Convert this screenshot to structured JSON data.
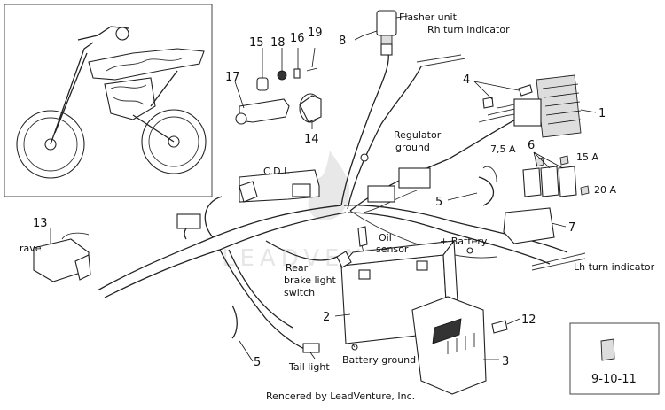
{
  "diagram": {
    "callouts": [
      {
        "id": "c1",
        "text": "1"
      },
      {
        "id": "c2",
        "text": "2"
      },
      {
        "id": "c3",
        "text": "3"
      },
      {
        "id": "c4",
        "text": "4"
      },
      {
        "id": "c5a",
        "text": "5"
      },
      {
        "id": "c5b",
        "text": "5"
      },
      {
        "id": "c6",
        "text": "6"
      },
      {
        "id": "c7",
        "text": "7"
      },
      {
        "id": "c8",
        "text": "8"
      },
      {
        "id": "c12",
        "text": "12"
      },
      {
        "id": "c13",
        "text": "13"
      },
      {
        "id": "c14",
        "text": "14"
      },
      {
        "id": "c15",
        "text": "15"
      },
      {
        "id": "c16",
        "text": "16"
      },
      {
        "id": "c17",
        "text": "17"
      },
      {
        "id": "c18",
        "text": "18"
      },
      {
        "id": "c19",
        "text": "19"
      },
      {
        "id": "c91011",
        "text": "9-10-11"
      }
    ],
    "labels": {
      "flasher_unit": "Flasher unit",
      "rh_turn_indicator": "Rh turn indicator",
      "regulator": "Regulator",
      "ground": "ground",
      "cdi": "C.D.I.",
      "fuse_7_5a": "7,5 A",
      "fuse_15a": "15 A",
      "fuse_20a": "20 A",
      "rave": "rave",
      "oil": "Oil",
      "sensor": "sensor",
      "plus_battery": "+ Battery",
      "lh_turn_indicator": "Lh turn indicator",
      "rear": "Rear",
      "brake_light": "brake light",
      "switch": "switch",
      "tail_light": "Tail light",
      "battery_ground": "Battery ground"
    },
    "watermark": "LEADVENTURE",
    "credit": "Rencered by LeadVenture, Inc."
  }
}
